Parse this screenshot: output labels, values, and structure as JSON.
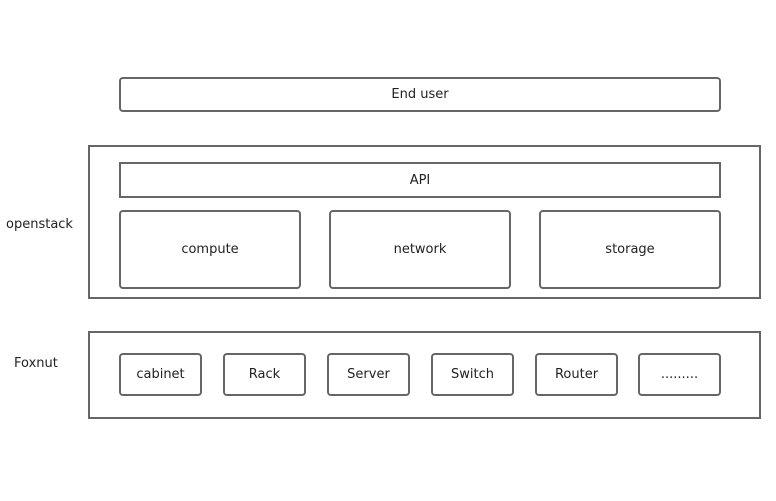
{
  "end_user": "End user",
  "openstack": {
    "label": "openstack",
    "api": "API",
    "services": [
      "compute",
      "network",
      "storage"
    ]
  },
  "foxnut": {
    "label": "Foxnut",
    "items": [
      "cabinet",
      "Rack",
      "Server",
      "Switch",
      "Router",
      "........."
    ]
  },
  "colors": {
    "border": "#666666",
    "text": "#222222",
    "background": "#ffffff"
  }
}
